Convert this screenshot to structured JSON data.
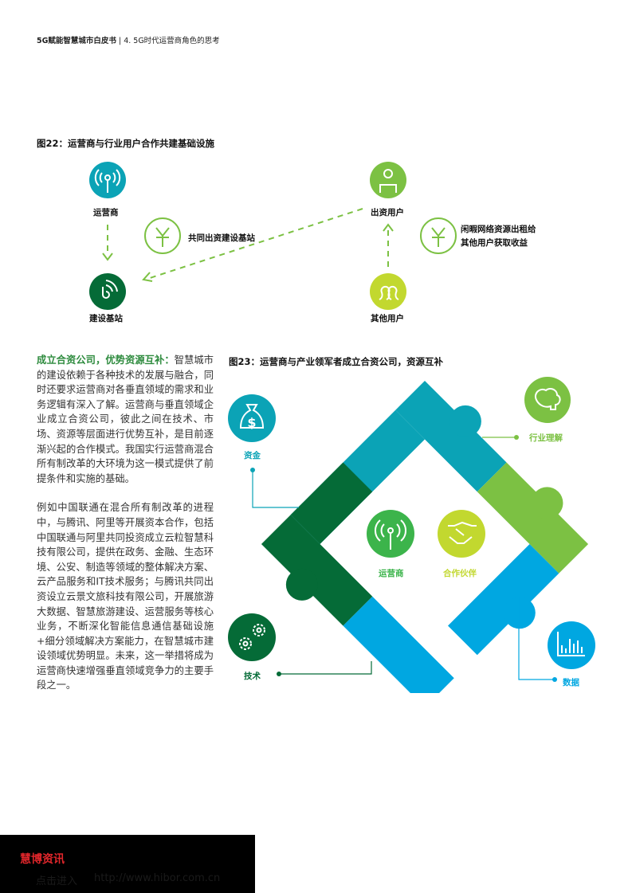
{
  "header": {
    "doc_title": "5G赋能智慧城市白皮书",
    "separator": "|",
    "section": "4. 5G时代运营商角色的思考"
  },
  "fig22": {
    "title": "图22：运营商与行业用户合作共建基础设施",
    "nodes": {
      "operator": "运营商",
      "base_station": "建设基站",
      "investor": "出资用户",
      "other_users": "其他用户"
    },
    "notes": {
      "co_invest": "共同出资建设基站",
      "lease_line1": "闲暇网络资源出租给",
      "lease_line2": "其他用户获取收益"
    },
    "icons": [
      "antenna-icon",
      "signal-icon",
      "user-icon",
      "users-icon",
      "yen-icon"
    ]
  },
  "text": {
    "p1_highlight": "成立合资公司，优势资源互补：",
    "p1_body": "智慧城市的建设依赖于各种技术的发展与融合，同时还要求运营商对各垂直领域的需求和业务逻辑有深入了解。运营商与垂直领域企业成立合资公司，彼此之间在技术、市场、资源等层面进行优势互补，是目前逐渐兴起的合作模式。我国实行运营商混合所有制改革的大环境为这一模式提供了前提条件和实施的基础。",
    "p2": "例如中国联通在混合所有制改革的进程中，与腾讯、阿里等开展资本合作，包括中国联通与阿里共同投资成立云粒智慧科技有限公司，提供在政务、金融、生态环境、公安、制造等领域的整体解决方案、云产品服务和IT技术服务；与腾讯共同出资设立云景文旅科技有限公司，开展旅游大数据、智慧旅游建设、运营服务等核心业务，不断深化智能信息通信基础设施+细分领域解决方案能力，在智慧城市建设领域优势明显。未来，这一举措将成为运营商快速增强垂直领域竞争力的主要手段之一。"
  },
  "fig23": {
    "title": "图23：运营商与产业领军者成立合资公司，资源互补",
    "labels": {
      "capital": "资金",
      "industry": "行业理解",
      "operator": "运营商",
      "partner": "合作伙伴",
      "tech": "技术",
      "data": "数据"
    },
    "colors": {
      "teal": "#0ba3b6",
      "green": "#7cc143",
      "blue": "#00a7e1",
      "dark_green": "#056b37",
      "mid_green": "#3cb44b",
      "lime": "#c2d82f"
    }
  },
  "footer": {
    "brand": "慧博资讯",
    "link_label": "点击进入",
    "url": "http://www.hibor.com.cn"
  }
}
